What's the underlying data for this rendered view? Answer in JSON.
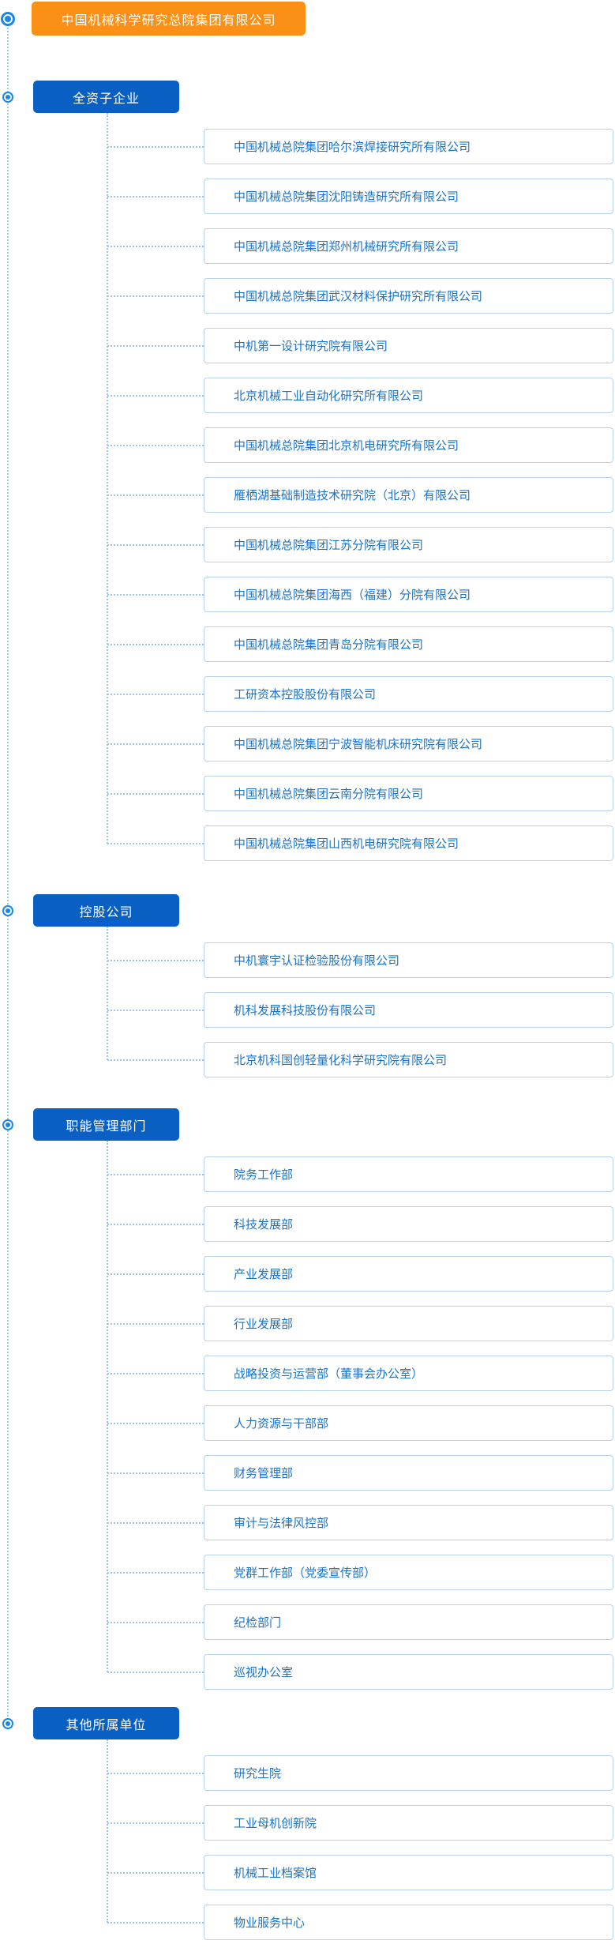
{
  "root": {
    "title": "中国机械科学研究总院集团有限公司"
  },
  "sections": [
    {
      "label": "全资子企业",
      "items": [
        "中国机械总院集团哈尔滨焊接研究所有限公司",
        "中国机械总院集团沈阳铸造研究所有限公司",
        "中国机械总院集团郑州机械研究所有限公司",
        "中国机械总院集团武汉材料保护研究所有限公司",
        "中机第一设计研究院有限公司",
        "北京机械工业自动化研究所有限公司",
        "中国机械总院集团北京机电研究所有限公司",
        "雁栖湖基础制造技术研究院（北京）有限公司",
        "中国机械总院集团江苏分院有限公司",
        "中国机械总院集团海西（福建）分院有限公司",
        "中国机械总院集团青岛分院有限公司",
        "工研资本控股股份有限公司",
        "中国机械总院集团宁波智能机床研究院有限公司",
        "中国机械总院集团云南分院有限公司",
        "中国机械总院集团山西机电研究院有限公司"
      ]
    },
    {
      "label": "控股公司",
      "items": [
        "中机寰宇认证检验股份有限公司",
        "机科发展科技股份有限公司",
        "北京机科国创轻量化科学研究院有限公司"
      ]
    },
    {
      "label": "职能管理部门",
      "items": [
        "院务工作部",
        "科技发展部",
        "产业发展部",
        "行业发展部",
        "战略投资与运营部（董事会办公室）",
        "人力资源与干部部",
        "财务管理部",
        "审计与法律风控部",
        "党群工作部（党委宣传部）",
        "纪检部门",
        "巡视办公室"
      ]
    },
    {
      "label": "其他所属单位",
      "items": [
        "研究生院",
        "工业母机创新院",
        "机械工业档案馆",
        "物业服务中心"
      ]
    }
  ],
  "colors": {
    "root_bg": "#fb9016",
    "category_bg": "#0a5fc2",
    "radio": "#1988e8",
    "item_text": "#1a73c6",
    "item_border": "#b5d1ed",
    "connector": "#9fc4ea"
  }
}
